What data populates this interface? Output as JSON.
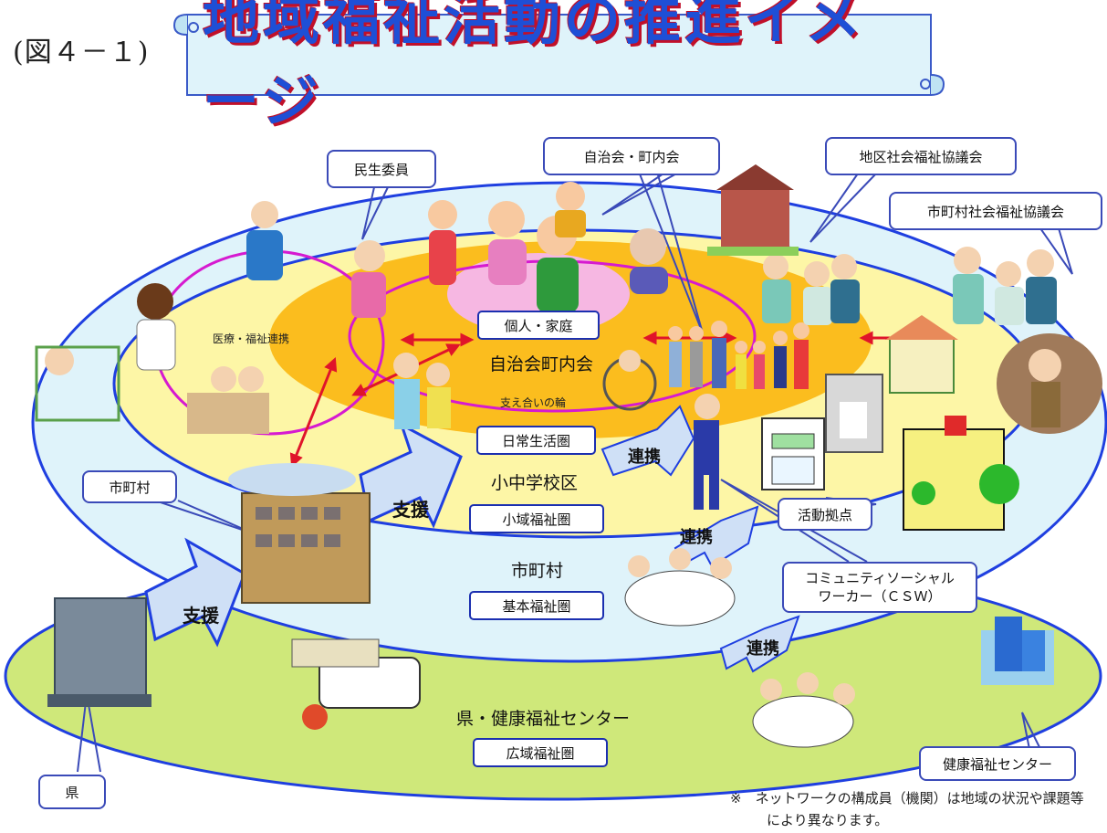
{
  "figure_label": "(図４－１)",
  "title": "地域福祉活動の推進イメージ",
  "boxes": {
    "kojin": "個人・家庭",
    "nichijo": "日常生活圏",
    "shoiki": "小域福祉圏",
    "kihon": "基本福祉圏",
    "koiki": "広域福祉圏"
  },
  "zones": {
    "jichikai": "自治会町内会",
    "sasaeai": "支え合いの輪",
    "shochu": "小中学校区",
    "shichoson": "市町村",
    "ken_center": "県・健康福祉センター",
    "iryo": "医療・福祉連携"
  },
  "callouts": {
    "minsei": "民生委員",
    "jichikai_chonaikai": "自治会・町内会",
    "chiku_shakyo": "地区社会福祉協議会",
    "shichoson_shakyo": "市町村社会福祉協議会",
    "shichoson": "市町村",
    "katsudo": "活動拠点",
    "csw_line1": "コミュニティソーシャル",
    "csw_line2": "ワーカー（ＣＳＷ）",
    "kenko_center": "健康福祉センター",
    "ken": "県"
  },
  "arrows": {
    "shien1": "支援",
    "shien2": "支援",
    "renkei1": "連携",
    "renkei2": "連携",
    "renkei3": "連携"
  },
  "note": {
    "line1": "※　ネットワークの構成員（機関）は地域の状況や課題等",
    "line2": "により異なります。"
  },
  "colors": {
    "outer_green": "#cfe87a",
    "light_blue": "#dff3fa",
    "pale_yellow": "#fdf6a6",
    "orange": "#fbbd1e",
    "pink": "#f6b7e2",
    "ring_blue": "#1f3fe0",
    "ring_magenta": "#d61ad0",
    "arrow_red": "#e0142a",
    "title_blue": "#1e4fd6"
  }
}
